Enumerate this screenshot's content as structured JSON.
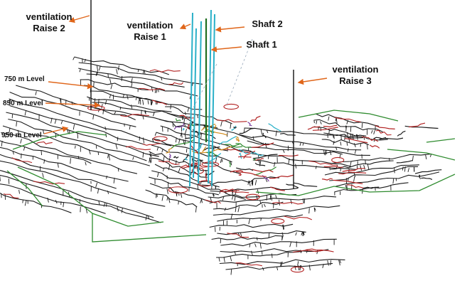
{
  "figure": {
    "labels": {
      "raise2": [
        "ventilation",
        "Raise 2"
      ],
      "raise1": [
        "ventilation",
        "Raise 1"
      ],
      "shaft2": "Shaft 2",
      "shaft1": "Shaft 1",
      "raise3": [
        "ventilation",
        "Raise 3"
      ],
      "level750": "750 m Level",
      "level850": "850 m Level",
      "level950": "950 m Level"
    },
    "colors": {
      "drift": "#1a1a1a",
      "drift_red": "#b22222",
      "connector_green": "#2e8b2e",
      "shaft_cyan": "#2ab0c8",
      "shaft_green": "#1f6e1f",
      "arrow_orange": "#e0661a",
      "raise_line": "#111111"
    }
  }
}
